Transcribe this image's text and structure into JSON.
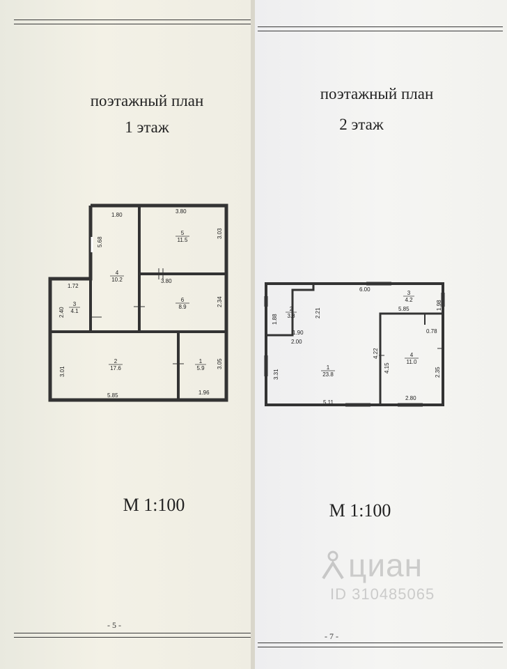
{
  "left_page": {
    "title_line1": "поэтажный план",
    "title_line2": "1 этаж",
    "scale": "М 1:100",
    "page_number": "- 5 -",
    "rooms": [
      {
        "num": "1",
        "area": "5.9"
      },
      {
        "num": "2",
        "area": "17.6"
      },
      {
        "num": "3",
        "area": "4.1"
      },
      {
        "num": "4",
        "area": "10.2"
      },
      {
        "num": "5",
        "area": "11.5"
      },
      {
        "num": "6",
        "area": "8.9"
      }
    ],
    "dimensions": [
      "1.80",
      "3.80",
      "5.68",
      "3.03",
      "1.72",
      "3.80",
      "2.40",
      "2.34",
      "3.01",
      "3.05",
      "5.85",
      "1.96"
    ]
  },
  "right_page": {
    "title_line1": "поэтажный план",
    "title_line2": "2 этаж",
    "scale": "М 1:100",
    "page_number": "- 7 -",
    "rooms": [
      {
        "num": "1",
        "area": "23.8"
      },
      {
        "num": "2",
        "area": "3.8"
      },
      {
        "num": "3",
        "area": "4.2"
      },
      {
        "num": "4",
        "area": "11.0"
      }
    ],
    "dimensions": [
      "6.00",
      "1.88",
      "2.21",
      "5.85",
      "1.98",
      "1.90",
      "2.00",
      "0.78",
      "4.22",
      "4.15",
      "3.31",
      "2.35",
      "5.11",
      "2.80"
    ]
  },
  "watermark": {
    "brand": "циан",
    "id": "ID 310485065",
    "icon": "cian-logo-icon"
  }
}
